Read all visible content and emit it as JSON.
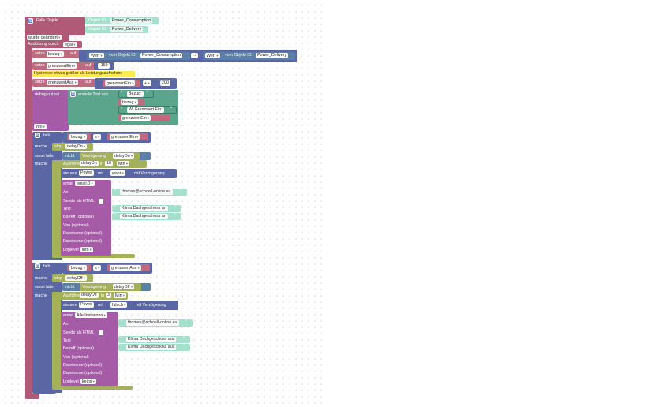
{
  "trigger": {
    "title": "Falls Objekt",
    "obj1_label": "Objekt ID",
    "obj1_value": "Power_Consumption",
    "obj2_label": "Objekt ID",
    "obj2_value": "Power_Delivery",
    "changed": "wurde geändert",
    "source_label": "Auslösung durch",
    "source_value": "egal"
  },
  "set_bezug": {
    "setze": "setze",
    "var": "bezug",
    "auf": "auf",
    "wert1": "Wert",
    "vom1": "vom Objekt ID",
    "obj1": "Power_Consumption",
    "op": "-",
    "wert2": "Wert",
    "vom2": "vom Objekt ID",
    "obj2": "Power_Delivery"
  },
  "set_ein": {
    "setze": "setze",
    "var": "grenzwertEin",
    "auf": "auf",
    "value": "-150"
  },
  "comment": "Hysterese etwas größer als Leistungsaufnahme",
  "set_aus": {
    "setze": "setze",
    "var": "grenzwertAus",
    "auf": "auf",
    "ref": "grenzwertEin",
    "op": "+",
    "value": "200"
  },
  "debug": {
    "label": "debug output",
    "text_label": "erstelle Text aus",
    "s1": "Bezug:",
    "v1": "bezug",
    "s2": "W, Grenzwert Ein:",
    "v2": "grenzwertEin",
    "level": "info"
  },
  "if1": {
    "falls": "falls",
    "var": "bezug",
    "op": "≥",
    "ref": "grenzwertEin",
    "mache": "mache",
    "stop": "stop",
    "stop_var": "delayOn",
    "sonst": "sonst falls",
    "nicht": "nicht",
    "verz": "Verzögerung",
    "verz_var": "delayOn",
    "mache2": "mache",
    "ausf": "Ausführen",
    "ausf_var": "delayOn",
    "in": "in",
    "num": "10",
    "unit": "Min",
    "steuere": "steuere",
    "device": "Power",
    "mit": "mit",
    "val": "wahr",
    "mitverz": "mit Verzögerung",
    "email": "email",
    "email_inst": "email.0",
    "an": "An",
    "an_val": "thomas@schoell-online.eu",
    "html": "Sende als HTML",
    "text": "Text",
    "text_val": "Klima Dachgeschoss an",
    "betreff": "Betreff (optional)",
    "betreff_val": "Klima Dachgeschoss an",
    "von": "Von (optional)",
    "datei1": "Dateiname (optional)",
    "datei2": "Dateiname (optional)",
    "loglevel": "Loglevel",
    "loglevel_val": "info"
  },
  "if2": {
    "falls": "falls",
    "var": "bezug",
    "op": "≤",
    "ref": "grenzwertAus",
    "mache": "mache",
    "stop": "stop",
    "stop_var": "delayOff",
    "sonst": "sonst falls",
    "nicht": "nicht",
    "verz": "Verzögerung",
    "verz_var": "delayOff",
    "mache2": "mache",
    "ausf": "Ausführen",
    "ausf_var": "delayOff",
    "in": "in",
    "num": "3",
    "unit": "Min",
    "steuere": "steuere",
    "device": "Power",
    "mit": "mit",
    "val": "falsch",
    "mitverz": "mit Verzögerung",
    "email": "email",
    "email_inst": "Alle Instanzen",
    "an": "An",
    "an_val": "thomas@schoell-online.eu",
    "html": "Sende als HTML",
    "text": "Text",
    "text_val": "Klima Dachgeschoss aus",
    "betreff": "Betreff (optional)",
    "betreff_val": "Klima Dachgeschoss aus",
    "von": "Von (optional)",
    "datei1": "Dateiname (optional)",
    "datei2": "Dateiname (optional)",
    "loglevel": "Loglevel",
    "loglevel_val": "keins"
  }
}
